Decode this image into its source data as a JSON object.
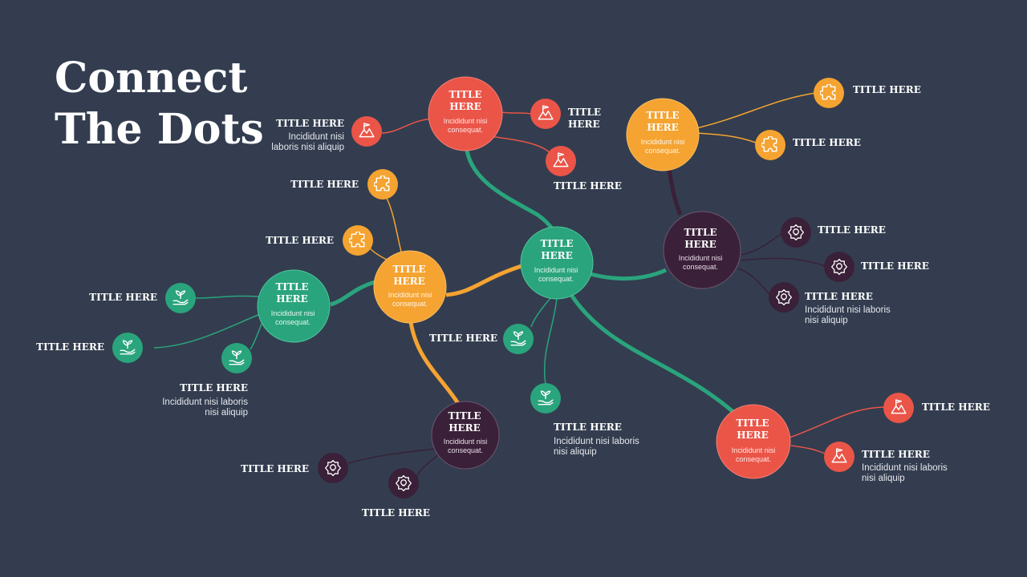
{
  "heading": {
    "line1": "Connect",
    "line2": "The Dots"
  },
  "colors": {
    "background": "#333d4f",
    "red": "#ea5548",
    "orange": "#f5a331",
    "green": "#2aa47c",
    "purple": "#3a2038"
  },
  "hubs": {
    "center": {
      "title1": "TITLE",
      "title2": "HERE",
      "sub1": "Incididunt nisi",
      "sub2": "consequat."
    },
    "top_red": {
      "title1": "TITLE",
      "title2": "HERE",
      "sub1": "Incididunt nisi",
      "sub2": "consequat."
    },
    "top_orange": {
      "title1": "TITLE",
      "title2": "HERE",
      "sub1": "Incididunt nisi",
      "sub2": "consequat."
    },
    "right_purple": {
      "title1": "TITLE",
      "title2": "HERE",
      "sub1": "Incididunt nisi",
      "sub2": "consequat."
    },
    "left_orange": {
      "title1": "TITLE",
      "title2": "HERE",
      "sub1": "Incididunt nisi",
      "sub2": "consequat."
    },
    "left_green": {
      "title1": "TITLE",
      "title2": "HERE",
      "sub1": "Incididunt nisi",
      "sub2": "consequat."
    },
    "bottom_purple": {
      "title1": "TITLE",
      "title2": "HERE",
      "sub1": "Incididunt nisi",
      "sub2": "consequat."
    },
    "bottom_red": {
      "title1": "TITLE",
      "title2": "HERE",
      "sub1": "Incididunt nisi",
      "sub2": "consequat."
    }
  },
  "labels": {
    "red_left": {
      "title": "TITLE HERE",
      "desc1": "Incididunt nisi",
      "desc2": "laboris nisi aliquip",
      "icon": "mountain-flag-icon"
    },
    "red_top_right": {
      "title1": "TITLE",
      "title2": "HERE",
      "icon": "mountain-flag-icon"
    },
    "red_bottom_right": {
      "title": "TITLE HERE",
      "icon": "mountain-flag-icon"
    },
    "orange_top": {
      "title": "TITLE HERE",
      "icon": "puzzle-icon"
    },
    "orange_mid": {
      "title": "TITLE HERE",
      "icon": "puzzle-icon"
    },
    "oranget_top": {
      "title": "TITLE HERE",
      "icon": "puzzle-icon"
    },
    "oranget_mid": {
      "title": "TITLE HERE",
      "icon": "puzzle-icon"
    },
    "purple_r1": {
      "title": "TITLE HERE",
      "icon": "gear-bulb-icon"
    },
    "purple_r2": {
      "title": "TITLE HERE",
      "icon": "gear-bulb-icon"
    },
    "purple_r3": {
      "title": "TITLE HERE",
      "desc1": "Incididunt nisi laboris",
      "desc2": "nisi aliquip",
      "icon": "gear-bulb-icon"
    },
    "green_l1": {
      "title": "TITLE HERE",
      "icon": "hand-plant-icon"
    },
    "green_l2": {
      "title": "TITLE HERE",
      "icon": "hand-plant-icon"
    },
    "green_l3": {
      "title": "TITLE HERE",
      "desc1": "Incididunt nisi laboris",
      "desc2": "nisi aliquip",
      "icon": "hand-plant-icon"
    },
    "center_g1": {
      "title": "TITLE HERE",
      "icon": "hand-plant-icon"
    },
    "center_g2": {
      "title": "TITLE HERE",
      "desc1": "Incididunt nisi laboris",
      "desc2": "nisi aliquip",
      "icon": "hand-plant-icon"
    },
    "purpleb_1": {
      "title": "TITLE HERE",
      "icon": "gear-bulb-icon"
    },
    "purpleb_2": {
      "title": "TITLE HERE",
      "icon": "gear-bulb-icon"
    },
    "redb_1": {
      "title": "TITLE HERE",
      "icon": "mountain-flag-icon"
    },
    "redb_2": {
      "title": "TITLE HERE",
      "desc1": "Incididunt nisi laboris",
      "desc2": "nisi aliquip",
      "icon": "mountain-flag-icon"
    }
  }
}
